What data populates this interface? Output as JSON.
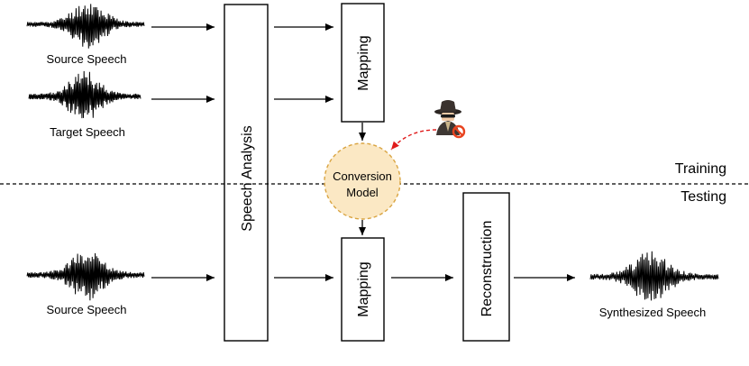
{
  "labels": {
    "source_speech_top": "Source Speech",
    "target_speech": "Target Speech",
    "source_speech_bottom": "Source Speech",
    "synthesized_speech": "Synthesized Speech",
    "speech_analysis": "Speech Analysis",
    "mapping_top": "Mapping",
    "mapping_bottom": "Mapping",
    "reconstruction": "Reconstruction",
    "conversion_model_line1": "Conversion",
    "conversion_model_line2": "Model",
    "training": "Training",
    "testing": "Testing"
  },
  "colors": {
    "conversion_fill": "#fbe8c4",
    "conversion_stroke": "#d9a441",
    "attack_arrow": "#e01b1b",
    "attacker_badge": "#e8431f"
  },
  "icons": {
    "attacker": "attacker-icon",
    "waveform": "waveform-icon"
  }
}
